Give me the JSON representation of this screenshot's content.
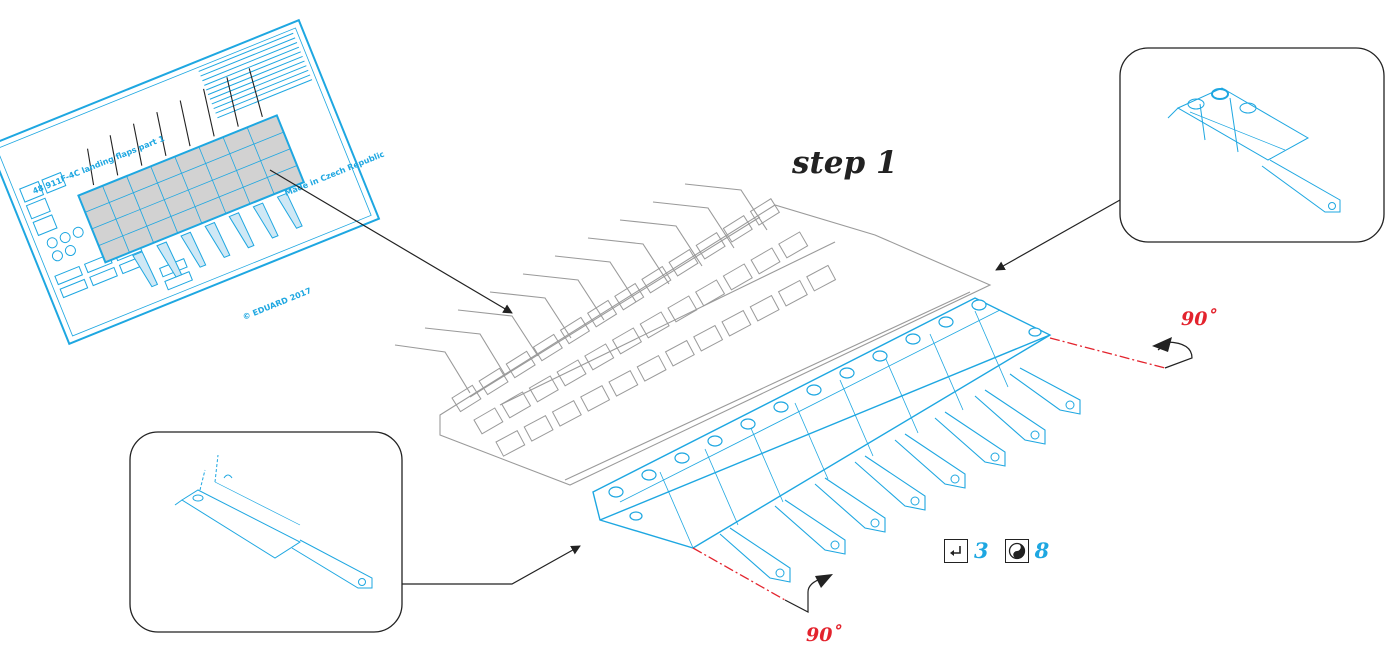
{
  "title": "step 1",
  "fret_labels": {
    "kit_number": "48 911",
    "kit_title": "F-4C landing flaps part 1",
    "made_in": "Made in Czech Republic",
    "copyright": "© EDUARD 2017"
  },
  "angles": {
    "right": "90˚",
    "bottom": "90˚"
  },
  "legend": [
    {
      "icon": "bend-arrow-icon",
      "value": "3"
    },
    {
      "icon": "yin-yang-icon",
      "value": "8"
    }
  ],
  "colors": {
    "etch_blue": "#1ea7e1",
    "sheet_gray": "#9a9a9a",
    "highlight_fill": "#d2d2d2",
    "angle_red": "#e3232d",
    "ink": "#222222"
  }
}
